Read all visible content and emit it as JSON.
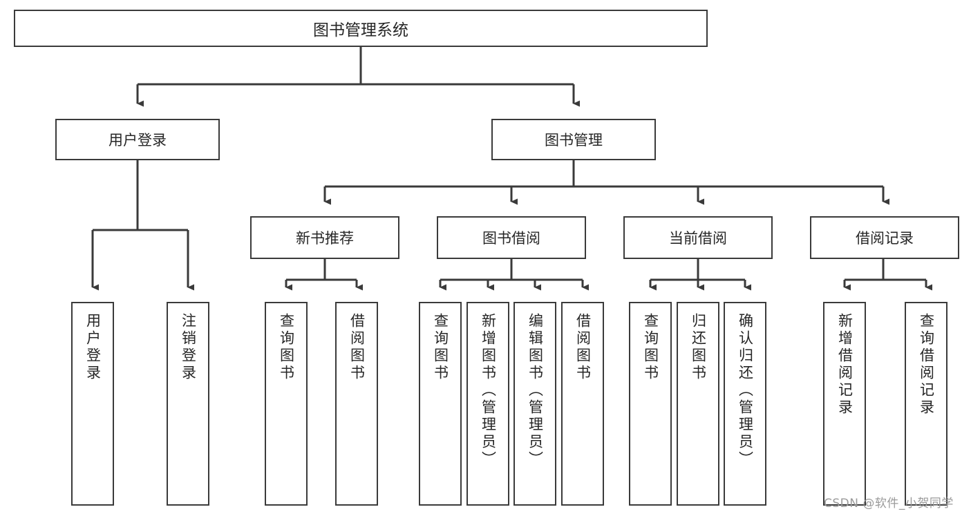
{
  "diagram": {
    "title": "图书管理系统",
    "type": "tree-hierarchy",
    "root": {
      "id": "root",
      "label": "图书管理系统"
    },
    "level1": [
      {
        "id": "user-login",
        "label": "用户登录"
      },
      {
        "id": "book-management",
        "label": "图书管理"
      }
    ],
    "level2": [
      {
        "id": "new-book-recommend",
        "label": "新书推荐",
        "parent": "book-management"
      },
      {
        "id": "book-borrow",
        "label": "图书借阅",
        "parent": "book-management"
      },
      {
        "id": "current-borrow",
        "label": "当前借阅",
        "parent": "book-management"
      },
      {
        "id": "borrow-record",
        "label": "借阅记录",
        "parent": "book-management"
      }
    ],
    "leaves": [
      {
        "id": "leaf-user-login",
        "label": "用户登录",
        "parent": "user-login"
      },
      {
        "id": "leaf-user-logout",
        "label": "注销登录",
        "parent": "user-login"
      },
      {
        "id": "leaf-query-book-1",
        "label": "查询图书",
        "parent": "new-book-recommend"
      },
      {
        "id": "leaf-borrow-book-1",
        "label": "借阅图书",
        "parent": "new-book-recommend"
      },
      {
        "id": "leaf-query-book-2",
        "label": "查询图书",
        "parent": "book-borrow"
      },
      {
        "id": "leaf-add-book",
        "label": "新增图书（管理员）",
        "parent": "book-borrow"
      },
      {
        "id": "leaf-edit-book",
        "label": "编辑图书（管理员）",
        "parent": "book-borrow"
      },
      {
        "id": "leaf-borrow-book-2",
        "label": "借阅图书",
        "parent": "book-borrow"
      },
      {
        "id": "leaf-query-book-3",
        "label": "查询图书",
        "parent": "current-borrow"
      },
      {
        "id": "leaf-return-book",
        "label": "归还图书",
        "parent": "current-borrow"
      },
      {
        "id": "leaf-confirm-return",
        "label": "确认归还（管理员）",
        "parent": "current-borrow"
      },
      {
        "id": "leaf-add-record",
        "label": "新增借阅记录",
        "parent": "borrow-record"
      },
      {
        "id": "leaf-query-record",
        "label": "查询借阅记录",
        "parent": "borrow-record"
      }
    ],
    "watermark": "CSDN @软件_小贺同学",
    "colors": {
      "stroke": "#3a3a3a",
      "fill": "#ffffff",
      "text": "#262626",
      "watermark": "#9a9a9a"
    }
  }
}
